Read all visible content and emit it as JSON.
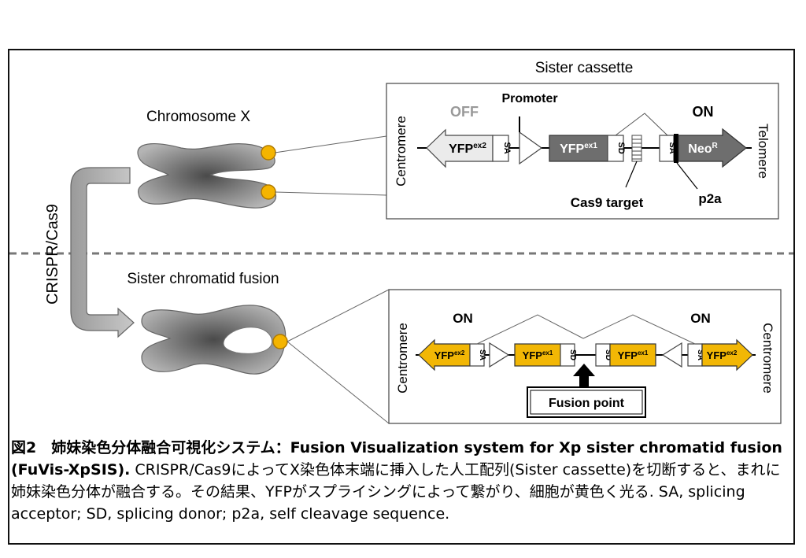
{
  "figure": {
    "chromosome_x_label": "Chromosome X",
    "crispr_label": "CRISPR/Cas9",
    "fusion_label": "Sister chromatid fusion",
    "sister_cassette_title": "Sister cassette",
    "top": {
      "centromere": "Centromere",
      "telomere": "Telomere",
      "off_label": "OFF",
      "on_label": "ON",
      "promoter_label": "Promoter",
      "yfp_ex2": "YFP",
      "yfp_ex2_sup": "ex2",
      "sa1": "SA",
      "yfp_ex1": "YFP",
      "yfp_ex1_sup": "ex1",
      "sd": "SD",
      "sa2": "SA",
      "neo": "Neo",
      "neo_sup": "R",
      "cas9_target": "Cas9 target",
      "p2a": "p2a"
    },
    "bottom": {
      "centromere_left": "Centromere",
      "centromere_right": "Centromere",
      "on_left": "ON",
      "on_right": "ON",
      "yfp_ex2": "YFP",
      "yfp_ex2_sup": "ex2",
      "sa": "SA",
      "yfp_ex1": "YFP",
      "yfp_ex1_sup": "ex1",
      "sd": "SD",
      "fusion_point": "Fusion point"
    },
    "colors": {
      "yellow": "#F2B705",
      "dark_gray": "#6E6E6E",
      "light_gray": "#EBEBEB",
      "chromosome_gray": "#8C8C8C",
      "dot": "#F4B400"
    }
  },
  "caption": {
    "bold_part": "図2　姉妹染色分体融合可視化システム：Fusion Visualization system for Xp sister chromatid fusion (FuVis-XpSIS).",
    "rest": " CRISPR/Cas9によってX染色体末端に挿入した人工配列(Sister cassette)を切断すると、まれに姉妹染色分体が融合する。その結果、YFPがスプライシングによって繋がり、細胞が黄色く光る. SA, splicing acceptor; SD, splicing donor; p2a, self cleavage sequence."
  }
}
